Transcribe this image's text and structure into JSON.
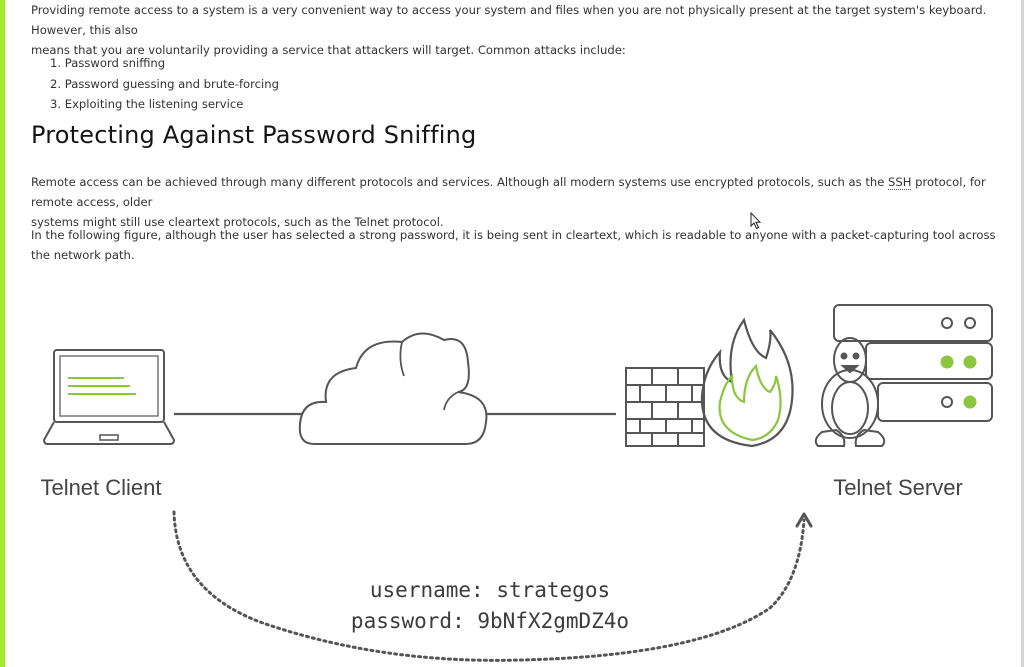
{
  "intro": {
    "line1": "Providing remote access to a system is a very convenient way to access your system and files when you are not physically present at the target system's keyboard. However, this also",
    "line2": "means that you are voluntarily providing a service that attackers will target. Common attacks include:"
  },
  "attacks": [
    "1. Password sniffing",
    "2. Password guessing and brute-forcing",
    "3. Exploiting the listening service"
  ],
  "section": {
    "title": "Protecting Against Password Sniffing",
    "p1_line1_before": "Remote access can be achieved through many different protocols and services. Although all modern systems use encrypted protocols, such as the ",
    "p1_abbr": "SSH",
    "p1_line1_after": " protocol, for remote access, older",
    "p1_line2": "systems might still use cleartext protocols, such as the Telnet protocol.",
    "p2": "In the following figure, although the user has selected a strong password, it is being sent in cleartext, which is readable to anyone with a packet-capturing tool across the network path."
  },
  "figure": {
    "client_label": "Telnet Client",
    "server_label": "Telnet Server",
    "username_line": "username: strategos",
    "password_line": "password: 9bNfX2gmDZ4o",
    "accent_color": "#8cc63f",
    "line_color": "#555555"
  }
}
